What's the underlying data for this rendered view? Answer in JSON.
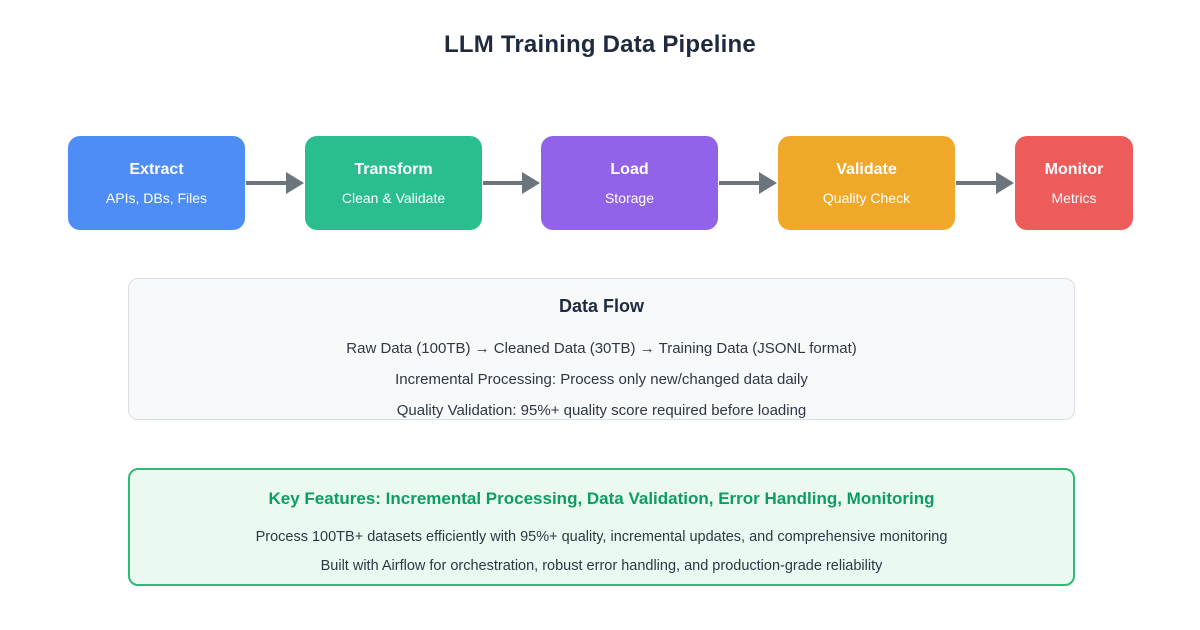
{
  "page": {
    "title": "LLM Training Data Pipeline"
  },
  "colors": {
    "title": "#1f2a3e",
    "body": "#2e3744",
    "arrow": "#6c757d",
    "dataflow_panel_bg": "#f8f9fa",
    "dataflow_panel_border": "#d9dee5",
    "features_panel_bg": "#eafaf1",
    "features_panel_border": "#2eba77",
    "features_heading": "#0d9d62"
  },
  "pipeline": {
    "stages": [
      {
        "label": "Extract",
        "sublabel": "APIs, DBs, Files",
        "color": "#4e8df5"
      },
      {
        "label": "Transform",
        "sublabel": "Clean & Validate",
        "color": "#2abd8e"
      },
      {
        "label": "Load",
        "sublabel": "Storage",
        "color": "#9263e8"
      },
      {
        "label": "Validate",
        "sublabel": "Quality Check",
        "color": "#f0a828"
      },
      {
        "label": "Monitor",
        "sublabel": "Metrics",
        "color": "#ee5b5b"
      }
    ]
  },
  "data_flow": {
    "title": "Data Flow",
    "lines": [
      "Raw Data (100TB) → Cleaned Data (30TB) → Training Data (JSONL format)",
      "Incremental Processing: Process only new/changed data daily",
      "Quality Validation: 95%+ quality score required before loading"
    ]
  },
  "key_features": {
    "title": "Key Features: Incremental Processing, Data Validation, Error Handling, Monitoring",
    "lines": [
      "Process 100TB+ datasets efficiently with 95%+ quality, incremental updates, and comprehensive monitoring",
      "Built with Airflow for orchestration, robust error handling, and production-grade reliability"
    ]
  }
}
